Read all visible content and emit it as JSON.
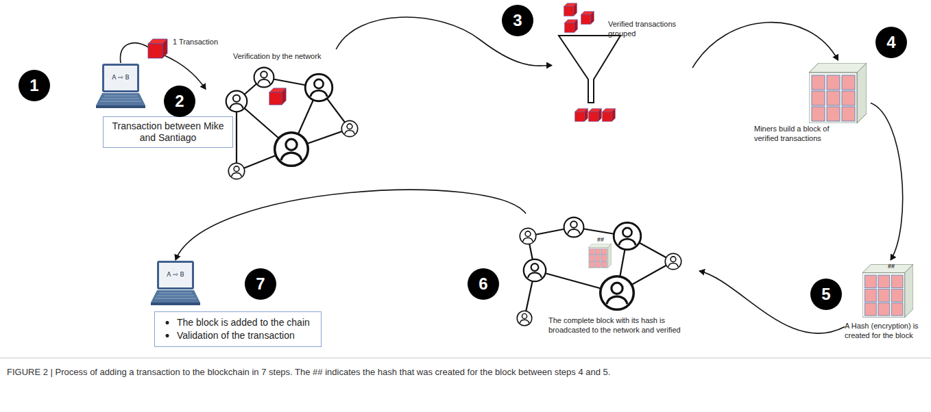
{
  "diagram": {
    "caption": "FIGURE 2 | Process of adding a transaction to the blockchain in 7 steps. The ## indicates the hash that was created for the block between steps 4 and 5.",
    "nodes": [
      {
        "text": [
          "A ⇨ B"
        ]
      },
      {
        "text": [
          "Transaction between Mike and Santiago"
        ]
      },
      {
        "text": [
          "Verification by the network"
        ]
      },
      {
        "text": [
          "Verified transactions grouped"
        ]
      },
      {
        "text": [
          "Miners build a block of verified transactions"
        ]
      },
      {
        "text": [
          "##",
          "A Hash (encryption) is created for the block"
        ]
      },
      {
        "text": [
          "##",
          "The complete block with its hash is broadcasted to the network and verified"
        ]
      },
      {
        "text": [
          "A ⇨ B"
        ]
      },
      {
        "text": [
          "The block is added to the chain",
          "Validation of the transaction"
        ]
      }
    ],
    "edges": [
      {
        "from": 0,
        "to": 2,
        "arrow": "to"
      },
      {
        "from": 2,
        "to": 3,
        "arrow": "to"
      },
      {
        "from": 3,
        "to": 4,
        "arrow": "to"
      },
      {
        "from": 4,
        "to": 5,
        "arrow": "to"
      },
      {
        "from": 5,
        "to": 6,
        "arrow": "to"
      },
      {
        "from": 6,
        "to": 7,
        "arrow": "to"
      }
    ],
    "labels": [
      "1",
      "1 Transaction",
      "2",
      "3",
      "4",
      "5",
      "6",
      "7"
    ]
  }
}
